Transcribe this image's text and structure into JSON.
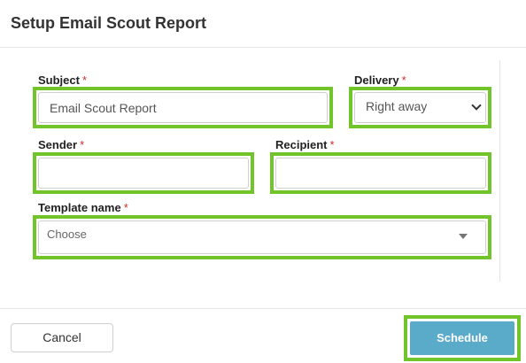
{
  "dialog": {
    "title": "Setup Email Scout Report"
  },
  "form": {
    "required_marker": "*",
    "subject": {
      "label": "Subject",
      "value": "Email Scout Report"
    },
    "delivery": {
      "label": "Delivery",
      "selected": "Right away"
    },
    "sender": {
      "label": "Sender",
      "value": ""
    },
    "recipient": {
      "label": "Recipient",
      "value": ""
    },
    "template": {
      "label": "Template name",
      "placeholder": "Choose"
    }
  },
  "footer": {
    "cancel_label": "Cancel",
    "schedule_label": "Schedule"
  },
  "colors": {
    "highlight": "#71c42a",
    "primary_button": "#5aaac9",
    "required": "#c9302c"
  }
}
